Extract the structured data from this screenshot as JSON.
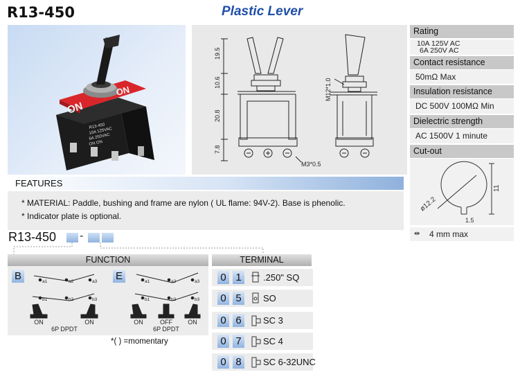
{
  "header": {
    "model": "R13-450",
    "subtitle": "Plastic Lever"
  },
  "photo": {
    "plate_left": "ON",
    "plate_right": "ON",
    "body_text": [
      "R13-450",
      "10A 125VAC",
      "6A 250VAC",
      "ON   ON"
    ]
  },
  "drawing": {
    "dims": [
      "19.5",
      "10.6",
      "20.8",
      "7.8"
    ],
    "thread": "M12*1.0",
    "screw": "M3*0.5"
  },
  "specs": {
    "rating_head": "Rating",
    "rating_line1": "10A 125V AC",
    "rating_line2": "6A 250V AC",
    "contact_head": "Contact resistance",
    "contact_val": "50mΩ Max",
    "insulation_head": "Insulation resistance",
    "insulation_val": "DC 500V 100MΩ Min",
    "dielectric_head": "Dielectric strength",
    "dielectric_val": "AC 1500V 1 minute",
    "cutout_head": "Cut-out",
    "cutout_dim_diameter": "ø12.2",
    "cutout_dim_height": "11",
    "cutout_dim_key": "1.5",
    "panel_thickness": "4 mm max"
  },
  "features": {
    "title": "FEATURES",
    "items": [
      "* MATERIAL: Paddle, bushing and frame are nylon ( UL flame: 94V-2). Base is phenolic.",
      "* Indicator plate is optional."
    ]
  },
  "order_code": {
    "prefix": "R13-450",
    "separator": "-"
  },
  "function": {
    "header": "FUNCTION",
    "b": {
      "letter": "B",
      "terminals": [
        "a1",
        "a2",
        "a3",
        "b1",
        "b2",
        "b3"
      ],
      "positions": [
        "ON",
        "ON"
      ],
      "type": "6P DPDT"
    },
    "e": {
      "letter": "E",
      "terminals": [
        "a1",
        "a2",
        "a3",
        "b1",
        "b2",
        "b3"
      ],
      "positions": [
        "ON",
        "OFF",
        "ON"
      ],
      "type": "6P DPDT"
    },
    "note": "*( ) =momentary"
  },
  "terminal": {
    "header": "TERMINAL",
    "rows": [
      {
        "d1": "0",
        "d2": "1",
        "label": ".250\" SQ"
      },
      {
        "d1": "0",
        "d2": "5",
        "label": "SO"
      },
      {
        "d1": "0",
        "d2": "6",
        "label": "SC 3"
      },
      {
        "d1": "0",
        "d2": "7",
        "label": "SC 4"
      },
      {
        "d1": "0",
        "d2": "8",
        "label": "SC 6-32UNC"
      }
    ]
  },
  "colors": {
    "title_blue": "#1f4fa8",
    "code_blue": "#91b4e1",
    "plate_red": "#d9262b"
  }
}
